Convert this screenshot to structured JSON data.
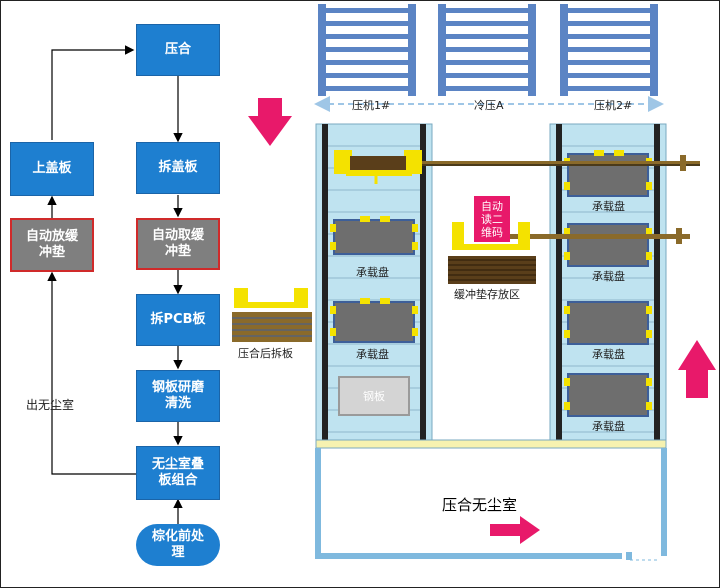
{
  "flow": {
    "press": "压合",
    "remove_cover": "拆盖板",
    "auto_take_cushion": "自动取缓冲垫",
    "remove_pcb": "拆PCB板",
    "steel_grind_clean": "钢板研磨清洗",
    "cleanroom_stack": "无尘室叠板组合",
    "brown_pretreat": "棕化前处理",
    "upper_cover": "上盖板",
    "auto_place_cushion": "自动放缓冲垫",
    "exit_cleanroom": "出无尘室"
  },
  "layout": {
    "press1": "压机1#",
    "cold_press": "冷压A",
    "press2": "压机2#",
    "carrier": "承载盘",
    "steel_plate": "钢板",
    "auto_scan": "自动读二维码",
    "cushion_storage": "缓冲垫存放区",
    "post_press_removal": "压合后拆板",
    "cleanroom": "压合无尘室"
  },
  "colors": {
    "flow_box": "#1e7fd0",
    "cushion_box": "#7f7f7f",
    "cushion_border": "#d02a2a",
    "arrow_pink": "#e8196a",
    "rack": "#5b84c4",
    "conveyor": "#bfe3f0",
    "tray": "#6e6e6e",
    "gripper": "#f4e200"
  }
}
